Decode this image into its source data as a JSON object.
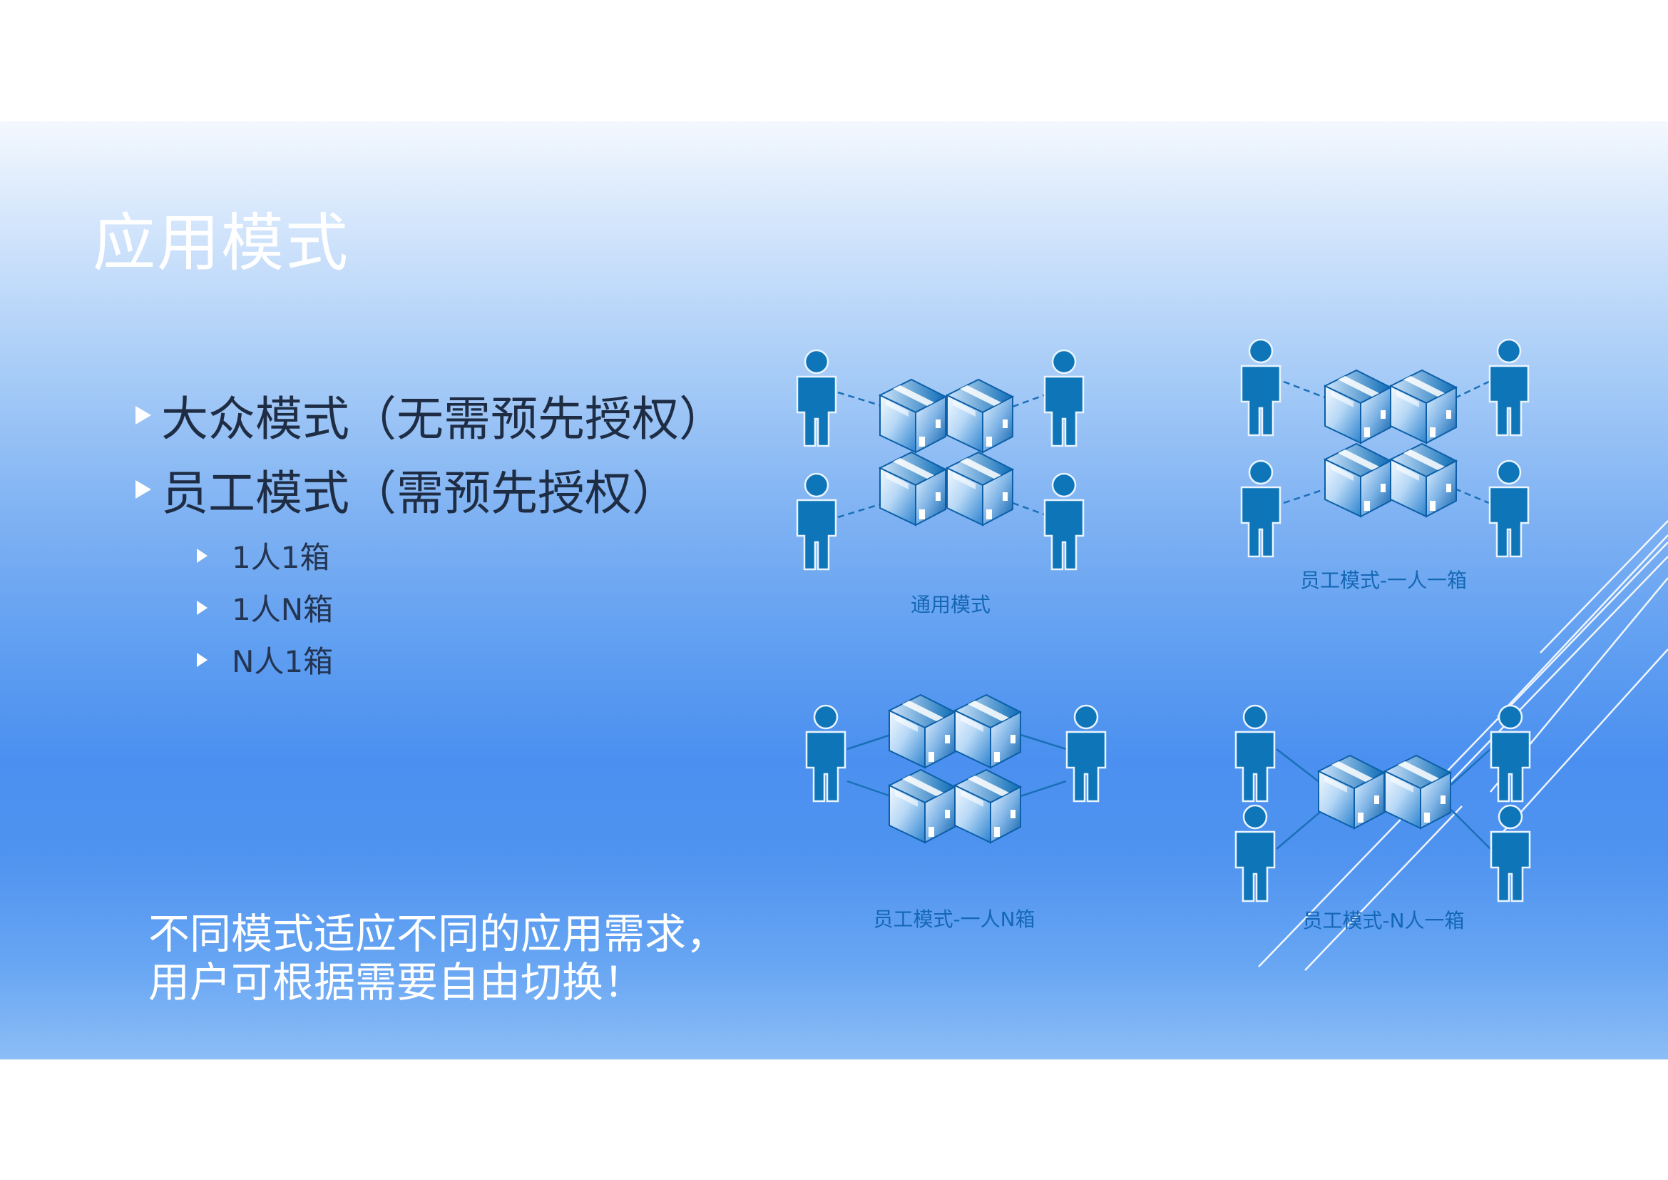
{
  "slide": {
    "title": "应用模式",
    "bullets": [
      {
        "label": "大众模式（无需预先授权）"
      },
      {
        "label": "员工模式（需预先授权）"
      }
    ],
    "sub_bullets": [
      {
        "label": "1人1箱"
      },
      {
        "label": "1人N箱"
      },
      {
        "label": "N人1箱"
      }
    ],
    "note": {
      "line1": "不同模式适应不同的应用需求，",
      "line2": "用户可根据需要自由切换！"
    }
  },
  "diagrams": {
    "general": {
      "caption": "通用模式"
    },
    "one_to_one": {
      "caption": "员工模式-一人一箱"
    },
    "one_to_n": {
      "caption": "员工模式-一人N箱"
    },
    "n_to_one": {
      "caption": "员工模式-N人一箱"
    }
  },
  "colors": {
    "person": "#0e76b8",
    "box_dark": "#0c5fa8",
    "box_light": "#e7f2ff",
    "caption": "#1467b4",
    "title": "#ffffff"
  },
  "icons": [
    "person-icon",
    "storage-box-icon",
    "triangle-bullet-icon"
  ]
}
